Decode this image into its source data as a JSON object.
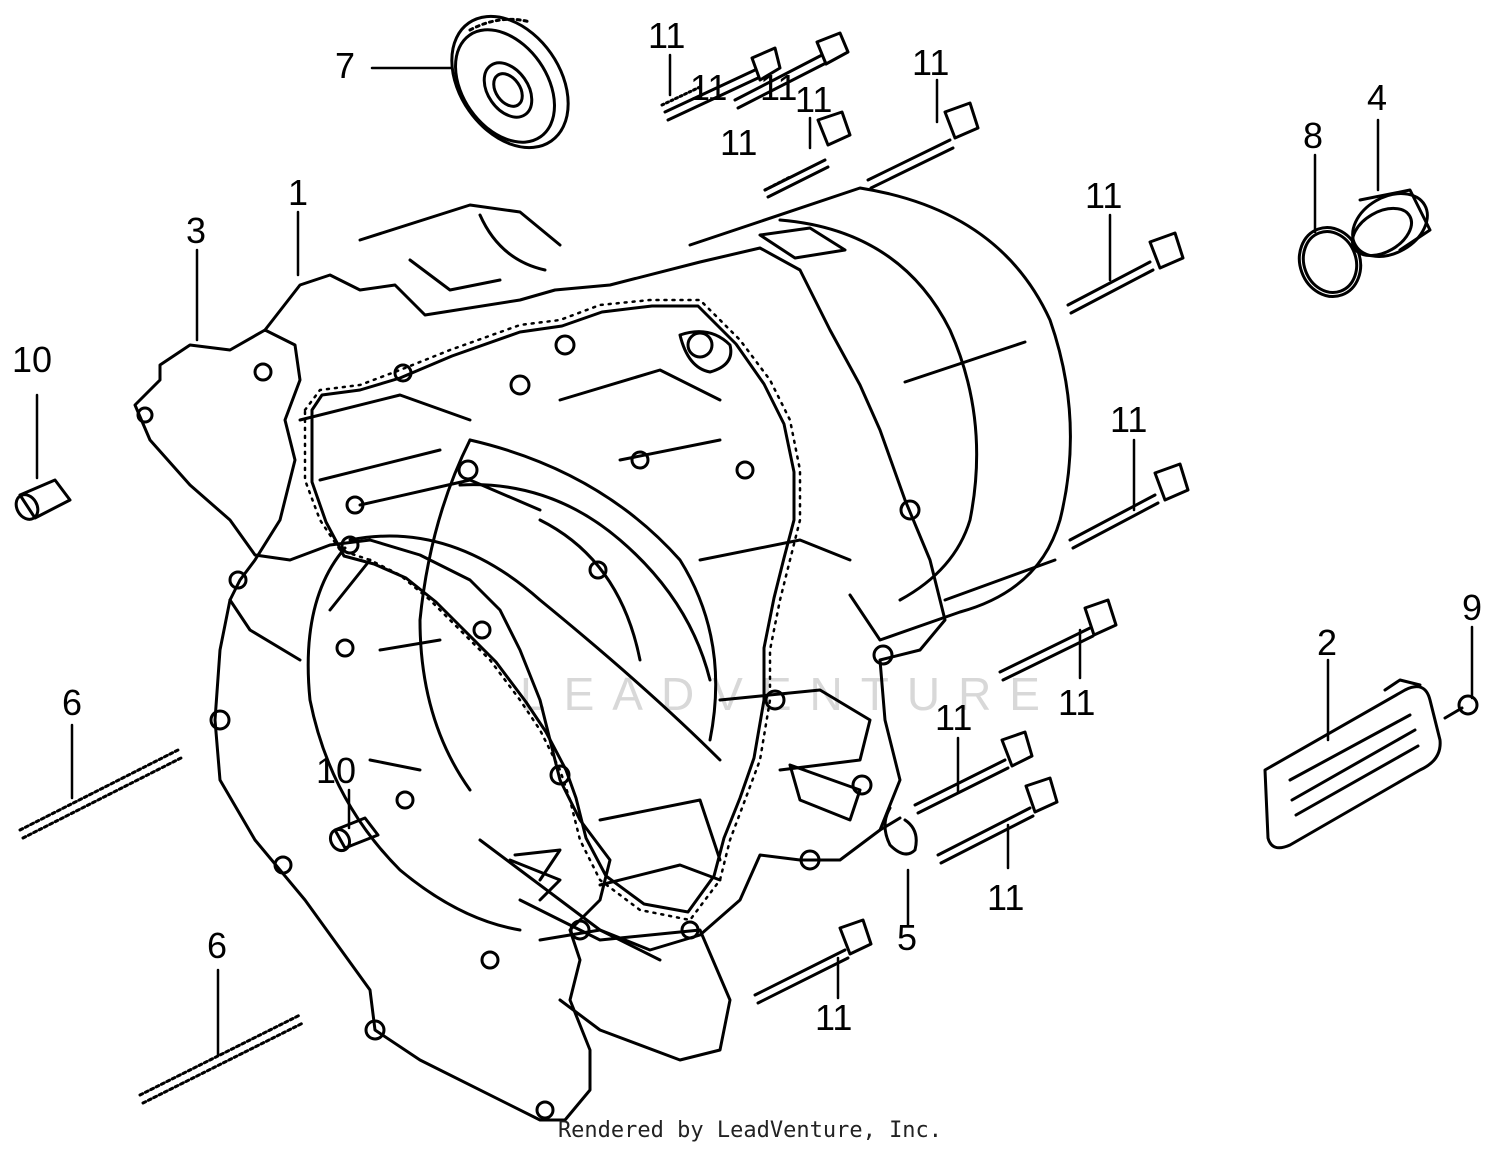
{
  "callouts": {
    "p1": "1",
    "p2": "2",
    "p3": "3",
    "p4": "4",
    "p5": "5",
    "p6a": "6",
    "p6b": "6",
    "p7": "7",
    "p8": "8",
    "p9": "9",
    "p10a": "10",
    "p10b": "10",
    "p11a": "11",
    "p11b": "11",
    "p11c": "11",
    "p11d": "11",
    "p11e": "11",
    "p11f": "11",
    "p11g": "11",
    "p11h": "11",
    "p11i": "11",
    "p11j": "11",
    "p11k": "11",
    "p11l": "11"
  },
  "watermark": "LEADVENTURE",
  "footer": "Rendered by LeadVenture, Inc."
}
